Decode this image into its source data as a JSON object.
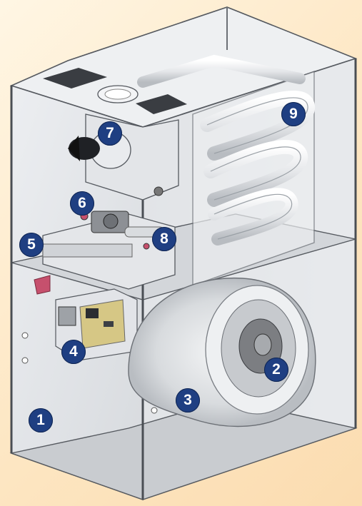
{
  "diagram": {
    "callouts": [
      {
        "id": "1",
        "label": "1"
      },
      {
        "id": "2",
        "label": "2"
      },
      {
        "id": "3",
        "label": "3"
      },
      {
        "id": "4",
        "label": "4"
      },
      {
        "id": "5",
        "label": "5"
      },
      {
        "id": "6",
        "label": "6"
      },
      {
        "id": "7",
        "label": "7"
      },
      {
        "id": "8",
        "label": "8"
      },
      {
        "id": "9",
        "label": "9"
      }
    ],
    "colors": {
      "background": "#fde6c2",
      "cabinet_panel": "#e2e4e8",
      "cabinet_edge": "#55595f",
      "callout_fill": "#1f3f82",
      "callout_text": "#ffffff",
      "bracket": "#c6506d",
      "circuit_board": "#d6c785",
      "blower_motor": "#7c7e82"
    }
  }
}
